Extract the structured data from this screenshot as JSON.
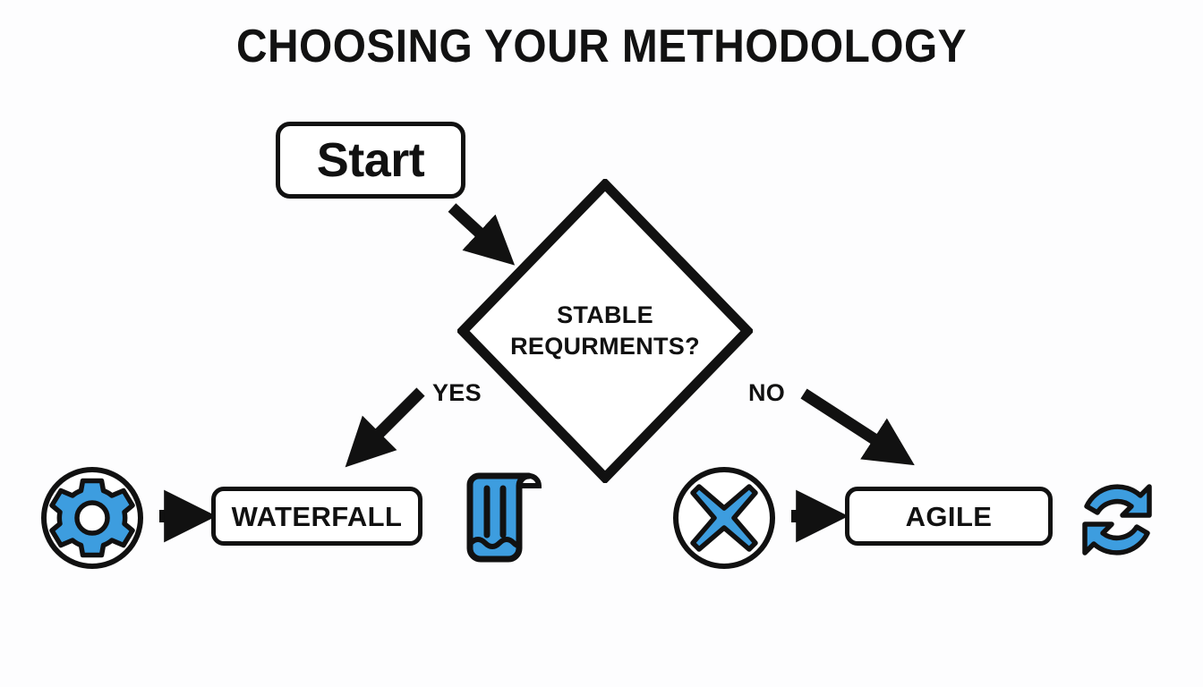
{
  "page": {
    "title": "CHOOSING YOUR METHODOLOGY",
    "background_color": "#fdfdfe",
    "accent_color": "#3d9ddf",
    "stroke_color": "#111111"
  },
  "diagram": {
    "type": "flowchart",
    "nodes": [
      {
        "id": "start",
        "shape": "rounded-rect",
        "label": "Start"
      },
      {
        "id": "decision",
        "shape": "diamond",
        "label_line1": "STABLE",
        "label_line2": "REQURMENTS?"
      },
      {
        "id": "waterfall",
        "shape": "rounded-rect",
        "label": "WATERFALL"
      },
      {
        "id": "agile",
        "shape": "rounded-rect",
        "label": "AGILE"
      }
    ],
    "edges": [
      {
        "from": "start",
        "to": "decision",
        "label": ""
      },
      {
        "from": "decision",
        "to": "waterfall",
        "label": "YES"
      },
      {
        "from": "decision",
        "to": "agile",
        "label": "NO"
      },
      {
        "from": "gear-icon",
        "to": "waterfall",
        "label": ""
      },
      {
        "from": "cross-icon",
        "to": "agile",
        "label": ""
      }
    ],
    "branch_labels": {
      "yes": "YES",
      "no": "NO"
    },
    "icons": [
      {
        "id": "gear-icon",
        "name": "gear-icon",
        "color": "#3d9ddf"
      },
      {
        "id": "waterfall-icon",
        "name": "waterfall-icon",
        "color": "#3d9ddf"
      },
      {
        "id": "cross-icon",
        "name": "cross-circle-icon",
        "color": "#3d9ddf"
      },
      {
        "id": "cycle-icon",
        "name": "refresh-cycle-icon",
        "color": "#3d9ddf"
      }
    ]
  }
}
